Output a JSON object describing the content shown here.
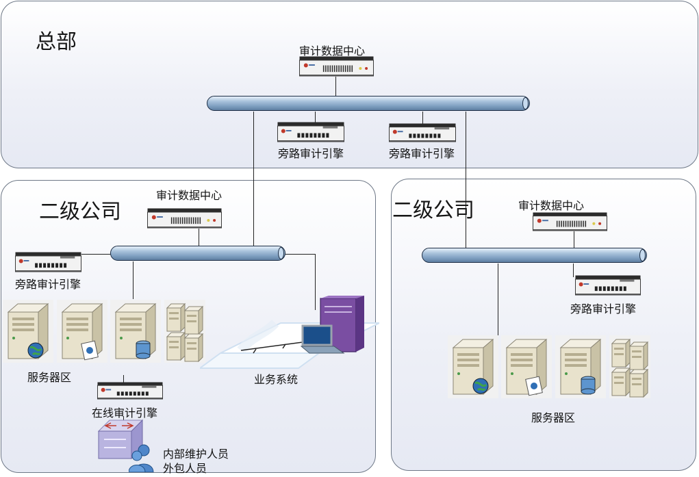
{
  "hq": {
    "title": "总部",
    "data_center": "审计数据中心",
    "engine_1": "旁路审计引擎",
    "engine_2": "旁路审计引擎"
  },
  "sub_left": {
    "title": "二级公司",
    "data_center": "审计数据中心",
    "bypass_engine": "旁路审计引擎",
    "server_zone": "服务器区",
    "business_system": "业务系统",
    "online_engine": "在线审计引擎",
    "internal_staff": "内部维护人员",
    "outsourced_staff": "外包人员"
  },
  "sub_right": {
    "title": "二级公司",
    "data_center": "审计数据中心",
    "bypass_engine": "旁路审计引擎",
    "server_zone": "服务器区"
  }
}
